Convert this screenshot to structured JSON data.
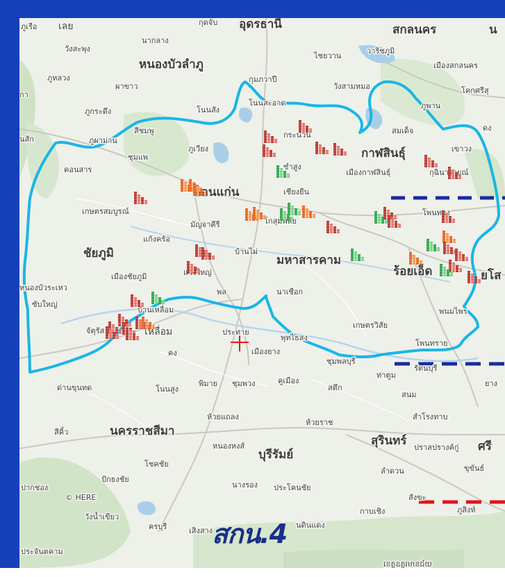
{
  "map_labels": {
    "phu_ruea": "ภูเรือ",
    "loei": "เลย",
    "kut_chap": "กุดจับ",
    "udon_thani": "อุดรธานี",
    "sakon_nakhon": "สกลนคร",
    "na": "น",
    "wang_saphung": "วังสะพุง",
    "na_klang": "นากลาง",
    "nong_bua_lamphu": "หนองบัวลำภู",
    "chai_wan": "ไชยวาน",
    "waritchaphum": "วาริชภูมิ",
    "mueang_sakon_nakhon": "เมืองสกลนคร",
    "phu_luang": "ภูหลวง",
    "pha_khao": "ผาขาว",
    "kumphawapi": "กุมภวาปี",
    "wang_sam_mo": "วังสามหมอ",
    "khok_si": "โคกศรีสุ",
    "ka": "กา",
    "phu_kradueng": "ภูกระดึง",
    "non_sang": "โนนสัง",
    "non_sa_at": "โนนสะอาด",
    "phu_phan": "ภูพาน",
    "san": "นสัก",
    "dong": "ดง",
    "si_chomphu": "สีชมพู",
    "somdet": "สมเด็จ",
    "kranuan": "กระนวน",
    "khao_wong": "เขาวง",
    "phu_pha_man": "ภูผาม่าน",
    "phu_wiang": "ภูเวียง",
    "kalasin": "กาฬสินธุ์",
    "chum_phae": "ชุมแพ",
    "sam_sung": "ซำสูง",
    "mueang_kalasin": "เมืองกาฬสินธุ์",
    "kuchinarai": "กุฉินารายณ์",
    "khon_san": "คอนสาร",
    "khon_kaen": "ขอนแก่น",
    "chiang_yuen": "เชียงยืน",
    "kaset_sombun": "เกษตรสมบูรณ์",
    "phon_thong": "โพนทอง",
    "mancha_khiri": "มัญจาคีรี",
    "kosum_phisai": "โกสุมพิสัย",
    "khaen_dong": "แก้งคร้อ",
    "chaiyaphum": "ชัยภูมิ",
    "ban_phai": "บ้านไผ่",
    "maha_sarakham": "มหาสารคาม",
    "roi_et": "ร้อยเอ็ด",
    "yasothon": "ยโส",
    "mueang_chaiyaphum": "เมืองชัยภูมิ",
    "waeng_yai": "แวงใหญ่",
    "nong_bua_rawe": "หนองบัวระเหว",
    "phon": "พล",
    "na_chueak": "นาเชือก",
    "phanom_phrai": "พนมไพร",
    "sap_yai": "ซับใหญ่",
    "ban_mueang": "บ้านเหลื่อม",
    "chatturat": "จัตุรัส",
    "lueam": "เหลื่อม",
    "kaset_wisai": "เกษตรวิสัย",
    "khong": "คง",
    "prathai": "ประทาย",
    "phutthaisong": "พุทไธสง",
    "phon_sai": "โพนทราย",
    "mueang_yang": "เมืองยาง",
    "chumphon_buri": "ชุมพลบุรี",
    "tha_tum": "ท่าตูม",
    "rattanaburi": "รัตนบุรี",
    "yang": "ยาง",
    "dan_khun_thot": "ด่านขุนทด",
    "non_sung": "โนนสูง",
    "phimai": "พิมาย",
    "chum_phuang": "ชุมพวง",
    "khu_mueang": "คูเมือง",
    "satuek": "สตึก",
    "sanom": "สนม",
    "huai_thalaeng": "ห้วยแถลง",
    "huai_rat": "ห้วยราช",
    "samrong_thap": "สำโรงทาบ",
    "sikhio": "สีคิ้ว",
    "nakhon_ratchasima": "นครราชสีมา",
    "surin": "สุรินทร์",
    "prasat": "ปราสาท",
    "prang_ku": "ปรางค์กู่",
    "si": "ศรี",
    "nong_hong": "หนองหงส์",
    "buriram": "บุรีรัมย์",
    "chok_chai": "โชคชัย",
    "khukhan": "ขุขันธ์",
    "lamduan": "ลำดวน",
    "pak_thong_chai": "ปักธงชัย",
    "pak_chong": "ปากช่อง",
    "nang_rong": "นางรอง",
    "prakhon_chai": "ประโคนชัย",
    "sangkha": "สังขะ",
    "phu_sing": "ภูสิงห์",
    "kap_choeng": "กาบเชิง",
    "wang_nam_khiao": "วังน้ำเขียว",
    "khon_buri": "ครบุรี",
    "soeng_sang": "เสิงสาง",
    "non_din_daeng": "นดินแดง",
    "prachantakham": "ประจันตคาม",
    "cambodia_label": "ខេត្តឧត្តរមានជ័យ",
    "watermark": "© HERE"
  },
  "logo": {
    "text": "สกน.4"
  },
  "colors": {
    "frame": "#1640b8",
    "boundary": "#19b6e6",
    "dash_blue": "#1a2aa0",
    "dash_red": "#e0141e",
    "marker_red": "#c8413a",
    "marker_orange": "#e8661e",
    "marker_green": "#2fa84a",
    "target_cross": "#ee1111"
  },
  "legend_lines": [
    {
      "style": "dashed",
      "color": "blue"
    },
    {
      "style": "dashed",
      "color": "blue"
    },
    {
      "style": "dashed",
      "color": "red"
    }
  ],
  "station_markers": [
    {
      "id": "m01",
      "color": "red"
    },
    {
      "id": "m02",
      "color": "red"
    },
    {
      "id": "m03",
      "color": "red"
    },
    {
      "id": "m04",
      "color": "red"
    },
    {
      "id": "m05",
      "color": "red"
    },
    {
      "id": "m06",
      "color": "green"
    },
    {
      "id": "m07",
      "color": "red"
    },
    {
      "id": "m08",
      "color": "orange"
    },
    {
      "id": "m09",
      "color": "orange"
    },
    {
      "id": "m10",
      "color": "red"
    },
    {
      "id": "m11",
      "color": "orange"
    },
    {
      "id": "m12",
      "color": "green"
    },
    {
      "id": "m13",
      "color": "orange"
    },
    {
      "id": "m14",
      "color": "orange"
    },
    {
      "id": "m15",
      "color": "red"
    },
    {
      "id": "m16",
      "color": "green"
    },
    {
      "id": "m17",
      "color": "orange"
    },
    {
      "id": "m18",
      "color": "red"
    },
    {
      "id": "m19",
      "color": "green"
    },
    {
      "id": "m20",
      "color": "red"
    },
    {
      "id": "m21",
      "color": "red"
    },
    {
      "id": "m22",
      "color": "red"
    },
    {
      "id": "m23",
      "color": "orange"
    },
    {
      "id": "m24",
      "color": "red"
    },
    {
      "id": "m25",
      "color": "red"
    },
    {
      "id": "m26",
      "color": "red"
    },
    {
      "id": "m27",
      "color": "red"
    },
    {
      "id": "m28",
      "color": "green"
    },
    {
      "id": "m29",
      "color": "green"
    },
    {
      "id": "m30",
      "color": "orange"
    },
    {
      "id": "m31",
      "color": "red"
    },
    {
      "id": "m32",
      "color": "red"
    },
    {
      "id": "m33",
      "color": "red"
    },
    {
      "id": "m34",
      "color": "green"
    },
    {
      "id": "m35",
      "color": "green"
    },
    {
      "id": "m36",
      "color": "red"
    },
    {
      "id": "m37",
      "color": "red"
    },
    {
      "id": "m38",
      "color": "red"
    },
    {
      "id": "m39",
      "color": "red"
    },
    {
      "id": "m40",
      "color": "red"
    },
    {
      "id": "m41",
      "color": "orange"
    },
    {
      "id": "m42",
      "color": "red"
    },
    {
      "id": "m43",
      "color": "red"
    }
  ]
}
